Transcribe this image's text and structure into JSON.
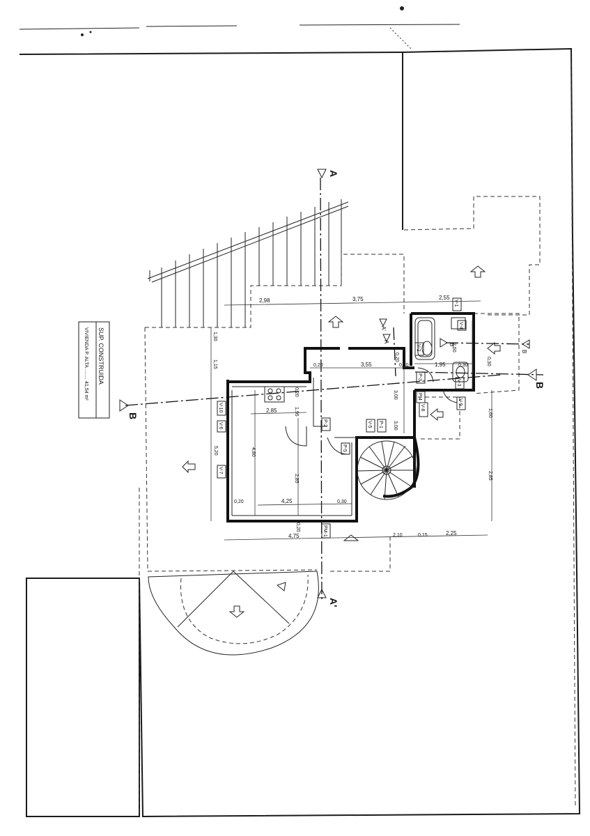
{
  "legend": {
    "title": "SUP. CONSTRUIDA",
    "line": "VIVIENDA P. ALTA ........ 41,54 m²"
  },
  "section_marks": {
    "a_top": "A",
    "a_bottom": "A'",
    "b_left": "B",
    "b_right": "B",
    "a_inner_1": "A",
    "a_inner_2": "A'",
    "b_inner_1": "B'",
    "b_inner_2": "B"
  },
  "dimensions": {
    "top_2_98": "2,98",
    "top_3_75": "3,75",
    "top_2_55": "2,55",
    "d_0_20_a": "0,20",
    "d_3_55": "3,55",
    "d_0_30_a": "0,30",
    "d_0_20_b": "0,20",
    "d_1_95_a": "1,95",
    "d_0_30_b": "0,30",
    "d_2_50": "2,50",
    "d_0_30_v": "0,30",
    "d_3_00_a": "3,00",
    "d_3_00_b": "3,00",
    "d_1_60": "1,60",
    "d_2_85_r": "2,85",
    "d_1_30": "1,30",
    "d_1_15": "1,15",
    "d_0_20_c": "0,20",
    "d_2_85_k": "2,85",
    "d_1_95_b": "1,95",
    "d_5_20": "5,20",
    "d_4_80": "4,80",
    "d_2_85_m": "2,85",
    "d_0_20_d": "0,20",
    "d_4_25": "4,25",
    "d_0_30_c": "0,30",
    "d_0_20_e": "0,20",
    "d_4_75": "4,75",
    "d_2_10": "2,10",
    "d_0_15": "0,15",
    "d_2_25": "2,25"
  },
  "tags": {
    "v1": "V-1",
    "v2": "V-2",
    "v3": "V-3",
    "v4": "V-4",
    "v5": "V-5",
    "v6": "V-6",
    "v7": "V-7",
    "v8": "V-8",
    "v9": "V-9",
    "v10": "V-10",
    "p1": "P-1",
    "p2": "P-2",
    "p3": "P-3",
    "p4": "P-4",
    "p5": "P-5",
    "pm1": "PM-1"
  }
}
